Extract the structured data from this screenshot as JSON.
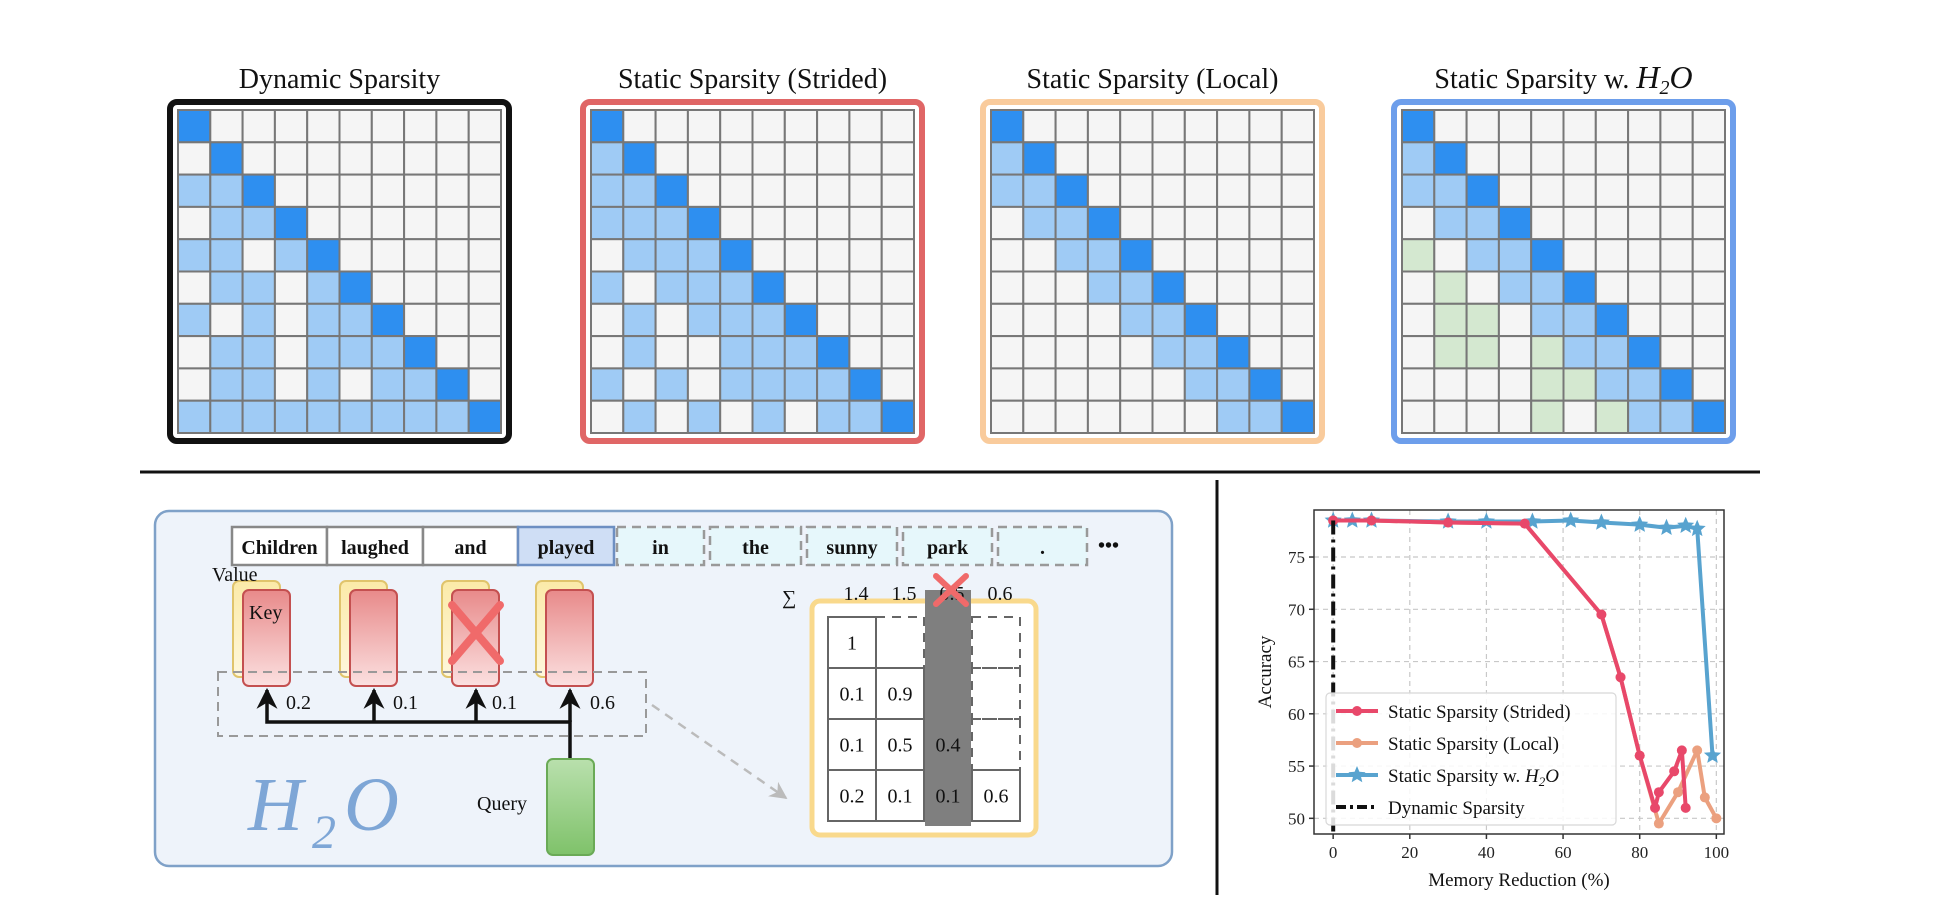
{
  "matrices": [
    {
      "title": "Dynamic Sparsity",
      "border_color": "#111111",
      "light": [
        [
          2,
          0
        ],
        [
          2,
          1
        ],
        [
          3,
          1
        ],
        [
          3,
          2
        ],
        [
          4,
          0
        ],
        [
          4,
          1
        ],
        [
          4,
          3
        ],
        [
          5,
          1
        ],
        [
          5,
          2
        ],
        [
          5,
          4
        ],
        [
          6,
          0
        ],
        [
          6,
          2
        ],
        [
          6,
          4
        ],
        [
          6,
          5
        ],
        [
          7,
          1
        ],
        [
          7,
          2
        ],
        [
          7,
          4
        ],
        [
          7,
          5
        ],
        [
          7,
          6
        ],
        [
          8,
          1
        ],
        [
          8,
          2
        ],
        [
          8,
          4
        ],
        [
          8,
          6
        ],
        [
          8,
          7
        ],
        [
          9,
          0
        ],
        [
          9,
          1
        ],
        [
          9,
          2
        ],
        [
          9,
          3
        ],
        [
          9,
          4
        ],
        [
          9,
          5
        ],
        [
          9,
          6
        ],
        [
          9,
          7
        ],
        [
          9,
          8
        ]
      ],
      "green": []
    },
    {
      "title": "Static Sparsity (Strided)",
      "border_color": "#e06666",
      "light": [
        [
          1,
          0
        ],
        [
          2,
          0
        ],
        [
          2,
          1
        ],
        [
          3,
          0
        ],
        [
          3,
          1
        ],
        [
          3,
          2
        ],
        [
          4,
          1
        ],
        [
          4,
          2
        ],
        [
          4,
          3
        ],
        [
          5,
          0
        ],
        [
          5,
          2
        ],
        [
          5,
          3
        ],
        [
          5,
          4
        ],
        [
          6,
          1
        ],
        [
          6,
          3
        ],
        [
          6,
          4
        ],
        [
          6,
          5
        ],
        [
          7,
          1
        ],
        [
          7,
          4
        ],
        [
          7,
          5
        ],
        [
          7,
          6
        ],
        [
          8,
          0
        ],
        [
          8,
          2
        ],
        [
          8,
          4
        ],
        [
          8,
          5
        ],
        [
          8,
          6
        ],
        [
          8,
          7
        ],
        [
          9,
          1
        ],
        [
          9,
          3
        ],
        [
          9,
          5
        ],
        [
          9,
          7
        ],
        [
          9,
          8
        ]
      ],
      "green": []
    },
    {
      "title": "Static Sparsity (Local)",
      "border_color": "#f9cb9c",
      "light": [
        [
          1,
          0
        ],
        [
          2,
          0
        ],
        [
          2,
          1
        ],
        [
          3,
          1
        ],
        [
          3,
          2
        ],
        [
          4,
          2
        ],
        [
          4,
          3
        ],
        [
          5,
          3
        ],
        [
          5,
          4
        ],
        [
          6,
          4
        ],
        [
          6,
          5
        ],
        [
          7,
          5
        ],
        [
          7,
          6
        ],
        [
          8,
          6
        ],
        [
          8,
          7
        ],
        [
          9,
          7
        ],
        [
          9,
          8
        ]
      ],
      "green": []
    },
    {
      "title": "Static Sparsity w. ",
      "title_math_main": "H",
      "title_math_sub": "2",
      "title_math_tail": "O",
      "border_color": "#6d9eeb",
      "light": [
        [
          1,
          0
        ],
        [
          2,
          0
        ],
        [
          2,
          1
        ],
        [
          3,
          1
        ],
        [
          3,
          2
        ],
        [
          4,
          2
        ],
        [
          4,
          3
        ],
        [
          5,
          3
        ],
        [
          5,
          4
        ],
        [
          6,
          4
        ],
        [
          6,
          5
        ],
        [
          7,
          5
        ],
        [
          7,
          6
        ],
        [
          8,
          6
        ],
        [
          8,
          7
        ],
        [
          9,
          7
        ],
        [
          9,
          8
        ]
      ],
      "green": [
        [
          4,
          0
        ],
        [
          5,
          1
        ],
        [
          6,
          1
        ],
        [
          6,
          2
        ],
        [
          7,
          1
        ],
        [
          7,
          2
        ],
        [
          7,
          4
        ],
        [
          8,
          4
        ],
        [
          8,
          5
        ],
        [
          9,
          4
        ],
        [
          9,
          6
        ]
      ]
    }
  ],
  "colors": {
    "dark_blue": "#2e8ff0",
    "light_blue": "#9fcbf5",
    "green_cell": "#d4e8d0",
    "empty_cell": "#f5f5f5",
    "grid_line": "#777777",
    "panel_bg": "#eef3fa",
    "panel_border": "#7fa1c8",
    "h2o_blue": "#7ea6d6",
    "strided": "#e8486a",
    "local": "#eba07f",
    "h2o_line": "#58a3cf"
  },
  "tokens": {
    "solid": [
      "Children",
      "laughed",
      "and",
      "played"
    ],
    "dashed": [
      "in",
      "the",
      "sunny",
      "park",
      "."
    ],
    "ellipsis": "•••"
  },
  "kv": {
    "value_label": "Value",
    "key_label": "Key",
    "query_label": "Query",
    "scores": [
      "0.2",
      "0.1",
      "0.1",
      "0.6"
    ],
    "logo_main": "H",
    "logo_sub": "2",
    "logo_tail": "O"
  },
  "sum_table": {
    "sigma": "∑",
    "column_sums": [
      "1.4",
      "1.5",
      "0.5",
      "0.6"
    ],
    "rows": [
      [
        "1",
        "",
        "",
        ""
      ],
      [
        "0.1",
        "0.9",
        "",
        ""
      ],
      [
        "0.1",
        "0.5",
        "0.4",
        ""
      ],
      [
        "0.2",
        "0.1",
        "0.1",
        "0.6"
      ]
    ]
  },
  "chart_data": {
    "type": "line",
    "xlabel": "Memory Reduction (%)",
    "ylabel": "Accuracy",
    "xlim": [
      -5,
      102
    ],
    "ylim": [
      48.5,
      79.5
    ],
    "xticks": [
      0,
      20,
      40,
      60,
      80,
      100
    ],
    "yticks": [
      50,
      55,
      60,
      65,
      70,
      75
    ],
    "grid": true,
    "legend_position": "lower-left",
    "series": [
      {
        "name": "Static Sparsity (Strided)",
        "marker": "circle",
        "color": "#e8486a",
        "x": [
          0,
          10,
          30,
          50,
          70,
          75,
          80,
          84,
          85,
          89,
          91,
          92
        ],
        "y": [
          78.5,
          78.5,
          78.3,
          78.2,
          69.5,
          63.5,
          56.0,
          51.0,
          52.5,
          54.5,
          56.5,
          51.0
        ]
      },
      {
        "name": "Static Sparsity (Local)",
        "marker": "circle",
        "color": "#eba07f",
        "x": [
          0,
          10,
          30,
          50,
          70,
          75,
          80,
          85,
          90,
          95,
          97,
          100
        ],
        "y": [
          78.5,
          78.5,
          78.3,
          78.2,
          69.5,
          63.5,
          56.0,
          49.5,
          52.5,
          56.5,
          52.0,
          50.0
        ]
      },
      {
        "name": "Static Sparsity w. H2O",
        "legend_main": "Static Sparsity w. ",
        "legend_math": "H",
        "legend_sub": "2",
        "legend_tail": "O",
        "marker": "star",
        "color": "#58a3cf",
        "x": [
          0,
          5,
          10,
          30,
          40,
          52,
          62,
          70,
          80,
          87,
          92,
          95,
          99
        ],
        "y": [
          78.5,
          78.5,
          78.5,
          78.4,
          78.4,
          78.4,
          78.5,
          78.3,
          78.1,
          77.8,
          78.0,
          77.7,
          56.0
        ]
      },
      {
        "name": "Dynamic Sparsity",
        "marker": "none",
        "color": "#111111",
        "style": "dashdot",
        "x": [
          0,
          0
        ],
        "y": [
          78.5,
          48.5
        ]
      }
    ]
  }
}
